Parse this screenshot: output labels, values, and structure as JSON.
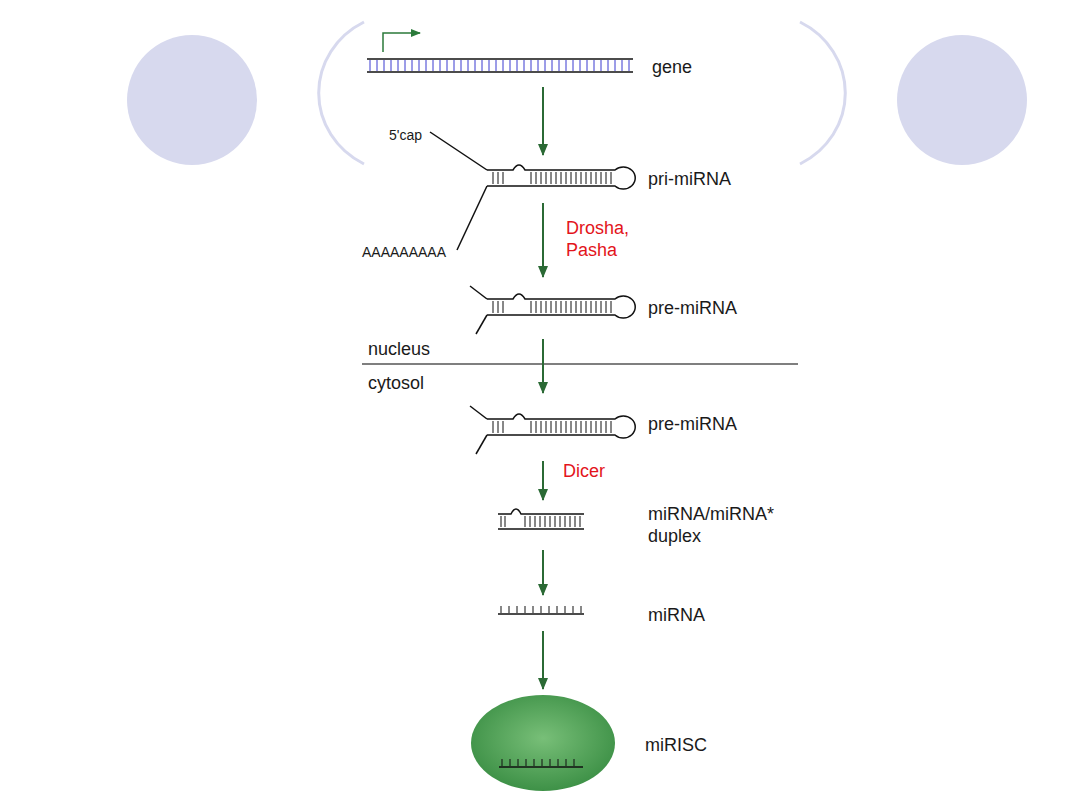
{
  "diagram": {
    "nodes": [
      {
        "text": [
          "gene"
        ]
      },
      {
        "text": [
          "5'cap",
          "pri-miRNA",
          "AAAAAAAAA"
        ]
      },
      {
        "text": [
          "pre-miRNA"
        ]
      },
      {
        "text": [
          "pre-miRNA"
        ]
      },
      {
        "text": [
          "miRNA/miRNA* duplex"
        ]
      },
      {
        "text": [
          "miRNA"
        ]
      },
      {
        "text": [
          "miRISC"
        ]
      }
    ],
    "edges": [
      {
        "from": 0,
        "to": 1,
        "arrow": "to"
      },
      {
        "from": 1,
        "to": 2,
        "label": "Drosha, Pasha",
        "arrow": "to"
      },
      {
        "from": 2,
        "to": 3,
        "arrow": "to"
      },
      {
        "from": 3,
        "to": 4,
        "label": "Dicer",
        "arrow": "to"
      },
      {
        "from": 4,
        "to": 5,
        "arrow": "to"
      },
      {
        "from": 5,
        "to": 6,
        "arrow": "to"
      }
    ],
    "labels": [
      "nucleus",
      "cytosol"
    ]
  }
}
